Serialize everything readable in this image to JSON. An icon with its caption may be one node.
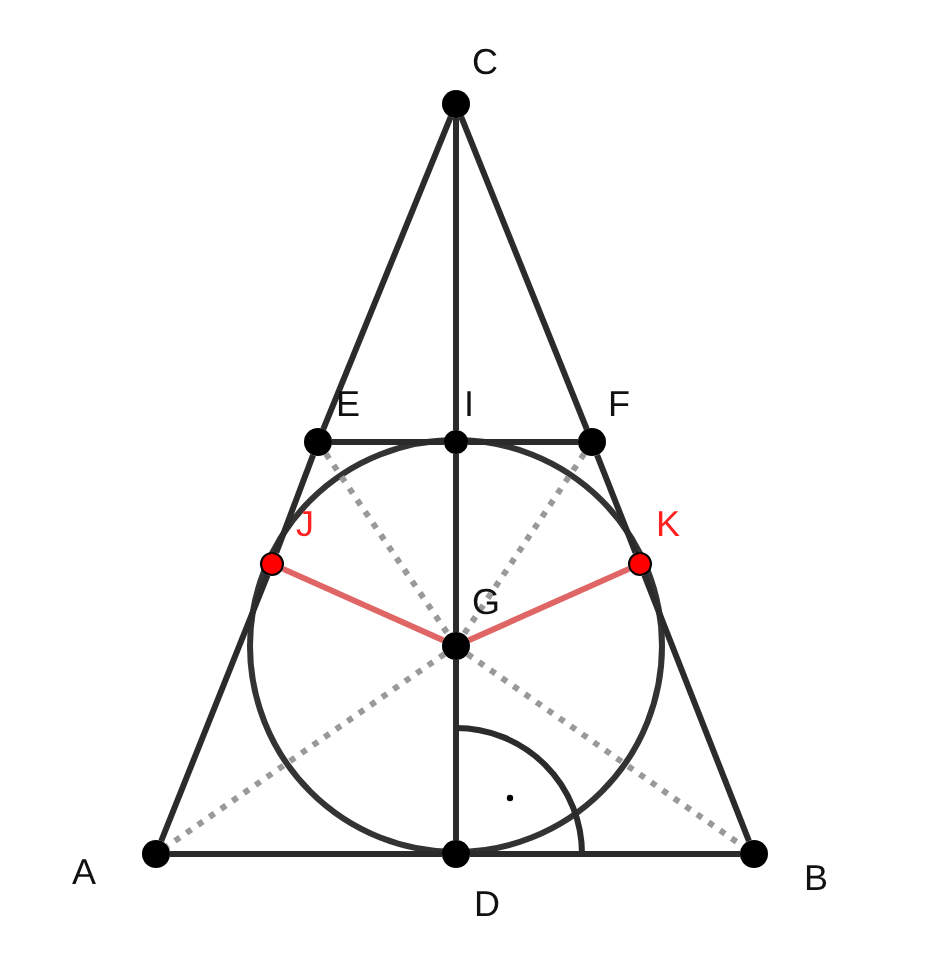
{
  "diagram": {
    "nodes": [
      {
        "text": [
          "C"
        ]
      },
      {
        "text": [
          "E"
        ]
      },
      {
        "text": [
          "I"
        ]
      },
      {
        "text": [
          "F"
        ]
      },
      {
        "text": [
          "J"
        ]
      },
      {
        "text": [
          "K"
        ]
      },
      {
        "text": [
          "G"
        ]
      },
      {
        "text": [
          "A"
        ]
      },
      {
        "text": [
          "D"
        ]
      },
      {
        "text": [
          "B"
        ]
      }
    ],
    "edges": [
      {
        "from": 0,
        "to": 1,
        "arrow": "none"
      },
      {
        "from": 1,
        "to": 4,
        "arrow": "none"
      },
      {
        "from": 4,
        "to": 7,
        "arrow": "none"
      },
      {
        "from": 0,
        "to": 3,
        "arrow": "none"
      },
      {
        "from": 3,
        "to": 5,
        "arrow": "none"
      },
      {
        "from": 5,
        "to": 9,
        "arrow": "none"
      },
      {
        "from": 7,
        "to": 8,
        "arrow": "none"
      },
      {
        "from": 8,
        "to": 9,
        "arrow": "none"
      },
      {
        "from": 0,
        "to": 2,
        "arrow": "none"
      },
      {
        "from": 2,
        "to": 6,
        "arrow": "none"
      },
      {
        "from": 6,
        "to": 8,
        "arrow": "none"
      },
      {
        "from": 1,
        "to": 2,
        "arrow": "none"
      },
      {
        "from": 2,
        "to": 3,
        "arrow": "none"
      },
      {
        "from": 4,
        "to": 6,
        "arrow": "none",
        "color": "#e06666"
      },
      {
        "from": 5,
        "to": 6,
        "arrow": "none",
        "color": "#e06666"
      },
      {
        "from": 1,
        "to": 6,
        "arrow": "none",
        "style": "dashed",
        "color": "#999999"
      },
      {
        "from": 6,
        "to": 9,
        "arrow": "none",
        "style": "dashed",
        "color": "#999999"
      },
      {
        "from": 3,
        "to": 6,
        "arrow": "none",
        "style": "dashed",
        "color": "#999999"
      },
      {
        "from": 6,
        "to": 7,
        "arrow": "none",
        "style": "dashed",
        "color": "#999999"
      }
    ]
  }
}
